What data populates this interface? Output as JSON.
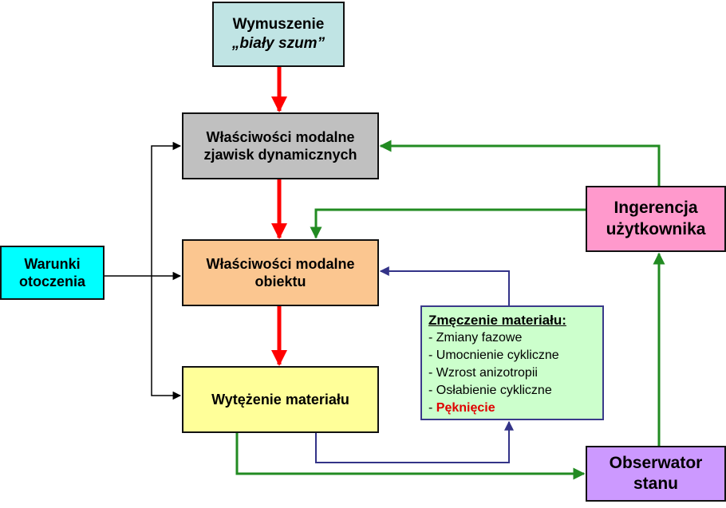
{
  "colors": {
    "forcing_bg": "#c0e4e4",
    "modal_phen_bg": "#c0c0c0",
    "modal_obj_bg": "#fbc690",
    "effort_bg": "#ffff99",
    "env_bg": "#00ffff",
    "user_bg": "#ff99cc",
    "observer_bg": "#cc99ff",
    "fatigue_bg": "#ccffcc",
    "red_arrow": "#ff0000",
    "green_arrow": "#228b22",
    "blue_arrow": "#333388",
    "black_arrow": "#000000"
  },
  "nodes": {
    "forcing": {
      "line1": "Wymuszenie",
      "line2": "„biały szum”"
    },
    "modal_phen": {
      "line1": "Właściwości modalne",
      "line2": "zjawisk dynamicznych"
    },
    "modal_obj": {
      "line1": "Właściwości modalne",
      "line2": "obiektu"
    },
    "effort": {
      "line1": "Wytężenie materiału"
    },
    "env": {
      "line1": "Warunki",
      "line2": "otoczenia"
    },
    "user": {
      "line1": "Ingerencja",
      "line2": "użytkownika"
    },
    "observer": {
      "line1": "Obserwator",
      "line2": "stanu"
    },
    "fatigue": {
      "title": "Zmęczenie materiału:",
      "items": [
        "- Zmiany fazowe",
        "- Umocnienie cykliczne",
        "- Wzrost anizotropii",
        "- Osłabienie cykliczne"
      ],
      "crack_prefix": "- ",
      "crack": "Pęknięcie"
    }
  }
}
